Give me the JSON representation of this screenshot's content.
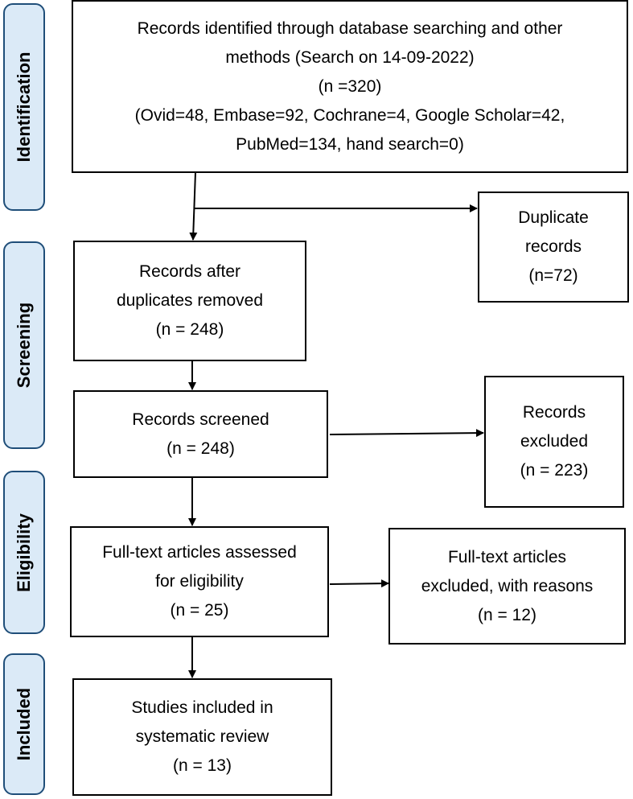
{
  "stages": {
    "identification": "Identification",
    "screening": "Screening",
    "eligibility": "Eligibility",
    "included": "Included"
  },
  "boxes": {
    "identified": {
      "line1": "Records identified through database searching and other",
      "line2": "methods (Search on 14-09-2022)",
      "line3": "(n =320)",
      "line4": "(Ovid=48, Embase=92, Cochrane=4, Google Scholar=42,",
      "line5": "PubMed=134, hand search=0)"
    },
    "duplicates": {
      "line1": "Duplicate",
      "line2": "records",
      "line3": "(n=72)"
    },
    "after_dup": {
      "line1": "Records after",
      "line2": "duplicates removed",
      "line3": "(n = 248)"
    },
    "screened": {
      "line1": "Records screened",
      "line2": "(n = 248)"
    },
    "excluded": {
      "line1": "Records",
      "line2": "excluded",
      "line3": "(n = 223)"
    },
    "fulltext": {
      "line1": "Full-text articles assessed",
      "line2": "for eligibility",
      "line3": "(n = 25)"
    },
    "ft_excluded": {
      "line1": "Full-text articles",
      "line2": "excluded, with reasons",
      "line3": "(n = 12)"
    },
    "included": {
      "line1": "Studies included in",
      "line2": "systematic review",
      "line3": "(n = 13)"
    }
  }
}
